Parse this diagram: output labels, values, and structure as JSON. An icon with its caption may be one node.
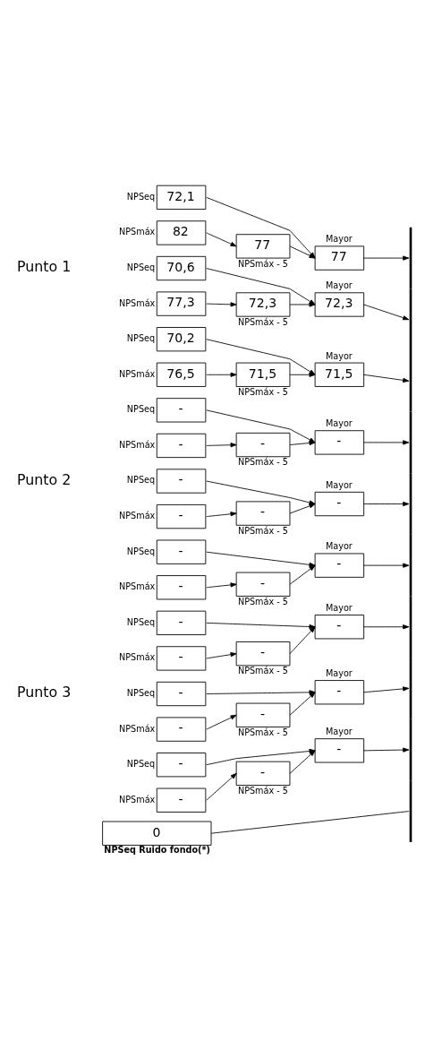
{
  "diagram": {
    "nodes": [
      {
        "text": [
          "72,1"
        ],
        "beside": [
          "NPSeq"
        ]
      },
      {
        "text": [
          "82"
        ],
        "beside": [
          "NPSmáx"
        ]
      },
      {
        "text": [
          "77"
        ],
        "beside": [
          "NPSmáx - 5"
        ]
      },
      {
        "text": [
          "77"
        ],
        "beside": [
          "Mayor"
        ]
      },
      {
        "text": [
          "70,6"
        ],
        "beside": [
          "NPSeq"
        ]
      },
      {
        "text": [
          "77,3"
        ],
        "beside": [
          "NPSmáx"
        ]
      },
      {
        "text": [
          "72,3"
        ],
        "beside": [
          "NPSmáx - 5"
        ]
      },
      {
        "text": [
          "72,3"
        ],
        "beside": [
          "Mayor"
        ]
      },
      {
        "text": [
          "70,2"
        ],
        "beside": [
          "NPSeq"
        ]
      },
      {
        "text": [
          "76,5"
        ],
        "beside": [
          "NPSmáx"
        ]
      },
      {
        "text": [
          "71,5"
        ],
        "beside": [
          "NPSmáx - 5"
        ]
      },
      {
        "text": [
          "71,5"
        ],
        "beside": [
          "Mayor"
        ]
      },
      {
        "text": [
          "-"
        ],
        "beside": [
          "NPSeq"
        ]
      },
      {
        "text": [
          "-"
        ],
        "beside": [
          "NPSmáx"
        ]
      },
      {
        "text": [
          "-"
        ],
        "beside": [
          "NPSmáx - 5"
        ]
      },
      {
        "text": [
          "-"
        ],
        "beside": [
          "Mayor"
        ]
      },
      {
        "text": [
          "-"
        ],
        "beside": [
          "NPSeq"
        ]
      },
      {
        "text": [
          "-"
        ],
        "beside": [
          "NPSmáx"
        ]
      },
      {
        "text": [
          "-"
        ],
        "beside": [
          "NPSmáx - 5"
        ]
      },
      {
        "text": [
          "-"
        ],
        "beside": [
          "Mayor"
        ]
      },
      {
        "text": [
          "-"
        ],
        "beside": [
          "NPSeq"
        ]
      },
      {
        "text": [
          "-"
        ],
        "beside": [
          "NPSmáx"
        ]
      },
      {
        "text": [
          "-"
        ],
        "beside": [
          "NPSmáx - 5"
        ]
      },
      {
        "text": [
          "-"
        ],
        "beside": [
          "Mayor"
        ]
      },
      {
        "text": [
          "-"
        ],
        "beside": [
          "NPSeq"
        ]
      },
      {
        "text": [
          "-"
        ],
        "beside": [
          "NPSmáx"
        ]
      },
      {
        "text": [
          "-"
        ],
        "beside": [
          "NPSmáx - 5"
        ]
      },
      {
        "text": [
          "-"
        ],
        "beside": [
          "Mayor"
        ]
      },
      {
        "text": [
          "-"
        ],
        "beside": [
          "NPSeq"
        ]
      },
      {
        "text": [
          "-"
        ],
        "beside": [
          "NPSmáx"
        ]
      },
      {
        "text": [
          "-"
        ],
        "beside": [
          "NPSmáx - 5"
        ]
      },
      {
        "text": [
          "-"
        ],
        "beside": [
          "Mayor"
        ]
      },
      {
        "text": [
          "-"
        ],
        "beside": [
          "NPSeq"
        ]
      },
      {
        "text": [
          "-"
        ],
        "beside": [
          "NPSmáx"
        ]
      },
      {
        "text": [
          "-"
        ],
        "beside": [
          "NPSmáx - 5"
        ]
      },
      {
        "text": [
          "-"
        ],
        "beside": [
          "Mayor"
        ]
      },
      {
        "text": [
          "0"
        ],
        "beside": [
          "NPSeq Ruido fondo(*)"
        ]
      },
      {
        "text": [],
        "shape": "bar"
      }
    ],
    "edges": [
      {
        "from": 0,
        "to": 3,
        "arrow": "to"
      },
      {
        "from": 1,
        "to": 2,
        "arrow": "to"
      },
      {
        "from": 2,
        "to": 3,
        "arrow": "to"
      },
      {
        "from": 3,
        "to": 37,
        "arrow": "to"
      },
      {
        "from": 4,
        "to": 7,
        "arrow": "to"
      },
      {
        "from": 5,
        "to": 6,
        "arrow": "to"
      },
      {
        "from": 6,
        "to": 7,
        "arrow": "to"
      },
      {
        "from": 7,
        "to": 37,
        "arrow": "to"
      },
      {
        "from": 8,
        "to": 11,
        "arrow": "to"
      },
      {
        "from": 9,
        "to": 10,
        "arrow": "to"
      },
      {
        "from": 10,
        "to": 11,
        "arrow": "to"
      },
      {
        "from": 11,
        "to": 37,
        "arrow": "to"
      },
      {
        "from": 12,
        "to": 15,
        "arrow": "to"
      },
      {
        "from": 13,
        "to": 14,
        "arrow": "to"
      },
      {
        "from": 14,
        "to": 15,
        "arrow": "to"
      },
      {
        "from": 15,
        "to": 37,
        "arrow": "to"
      },
      {
        "from": 16,
        "to": 19,
        "arrow": "to"
      },
      {
        "from": 17,
        "to": 18,
        "arrow": "to"
      },
      {
        "from": 18,
        "to": 19,
        "arrow": "to"
      },
      {
        "from": 19,
        "to": 37,
        "arrow": "to"
      },
      {
        "from": 20,
        "to": 23,
        "arrow": "to"
      },
      {
        "from": 21,
        "to": 22,
        "arrow": "to"
      },
      {
        "from": 22,
        "to": 23,
        "arrow": "to"
      },
      {
        "from": 23,
        "to": 37,
        "arrow": "to"
      },
      {
        "from": 24,
        "to": 27,
        "arrow": "to"
      },
      {
        "from": 25,
        "to": 26,
        "arrow": "to"
      },
      {
        "from": 26,
        "to": 27,
        "arrow": "to"
      },
      {
        "from": 27,
        "to": 37,
        "arrow": "to"
      },
      {
        "from": 28,
        "to": 31,
        "arrow": "to"
      },
      {
        "from": 29,
        "to": 30,
        "arrow": "to"
      },
      {
        "from": 30,
        "to": 31,
        "arrow": "to"
      },
      {
        "from": 31,
        "to": 37,
        "arrow": "to"
      },
      {
        "from": 32,
        "to": 35,
        "arrow": "to"
      },
      {
        "from": 33,
        "to": 34,
        "arrow": "to"
      },
      {
        "from": 34,
        "to": 35,
        "arrow": "to"
      },
      {
        "from": 35,
        "to": 37,
        "arrow": "to"
      },
      {
        "from": 36,
        "to": 37,
        "arrow": "none"
      }
    ],
    "labels": [
      "Punto 1",
      "Punto 2",
      "Punto 3"
    ]
  }
}
